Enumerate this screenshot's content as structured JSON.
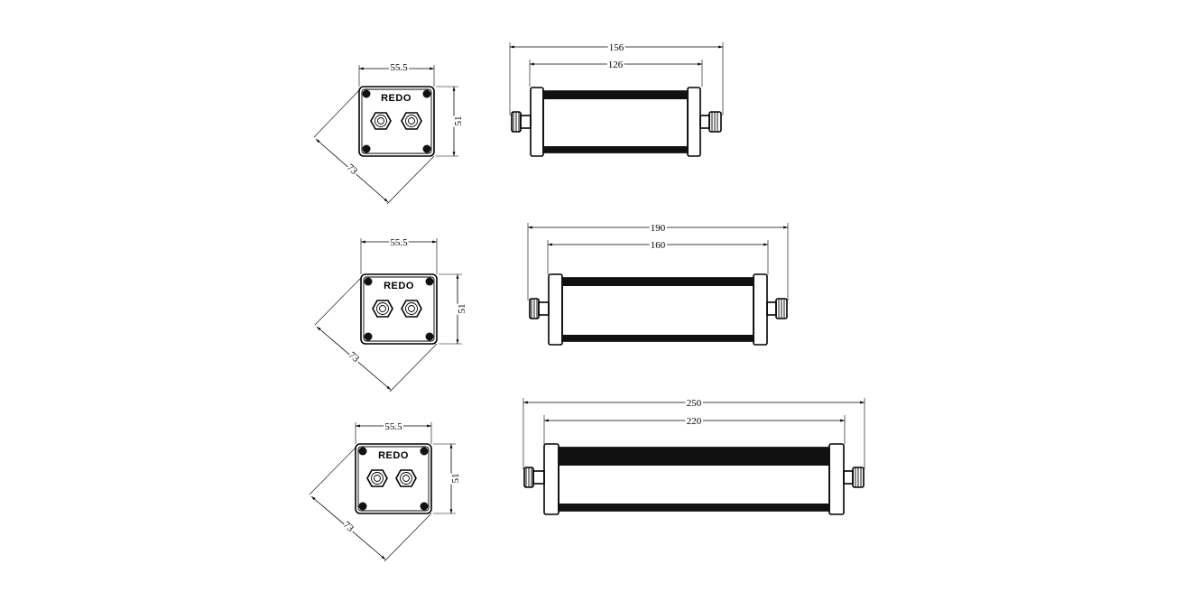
{
  "brand": "REDO",
  "rows": [
    {
      "end_view": {
        "width_label": "55.5",
        "height_label": "51",
        "diagonal_label": "73"
      },
      "side_view": {
        "overall_label": "156",
        "body_label": "126"
      }
    },
    {
      "end_view": {
        "width_label": "55.5",
        "height_label": "51",
        "diagonal_label": "73"
      },
      "side_view": {
        "overall_label": "190",
        "body_label": "160"
      }
    },
    {
      "end_view": {
        "width_label": "55.5",
        "height_label": "51",
        "diagonal_label": "73"
      },
      "side_view": {
        "overall_label": "250",
        "body_label": "220"
      }
    }
  ],
  "colors": {
    "line": "#000000",
    "background": "#ffffff"
  }
}
